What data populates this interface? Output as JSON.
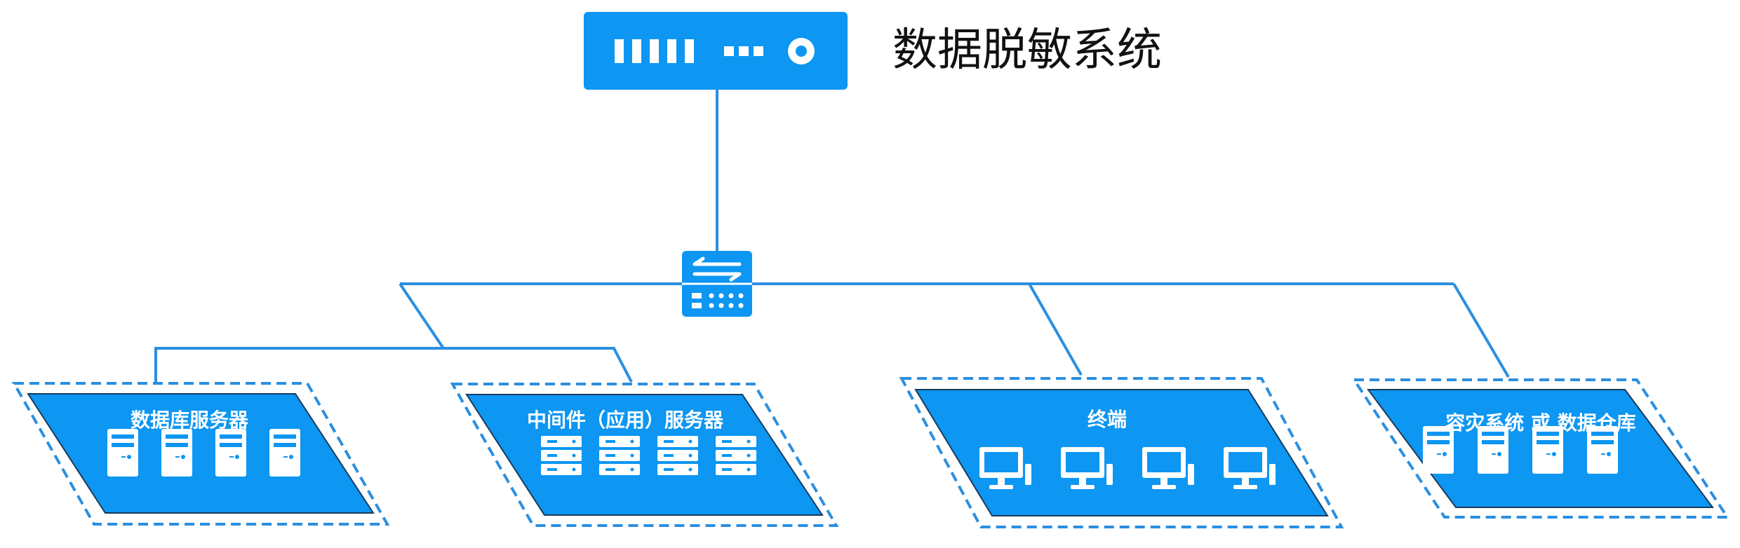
{
  "title": "数据脱敏系统",
  "colors": {
    "accent": "#0D96F2",
    "line": "#2B8FE0",
    "text": "#111111",
    "icon": "#ffffff"
  },
  "devices": {
    "appliance": "masking-appliance-icon",
    "switch": "network-switch-icon"
  },
  "zones": [
    {
      "label": "数据库服务器",
      "icon": "tower-server-icon",
      "count": 4
    },
    {
      "label": "中间件（应用）服务器",
      "icon": "rack-server-icon",
      "count": 4
    },
    {
      "label": "终端",
      "icon": "monitor-icon",
      "count": 4
    },
    {
      "label": "容灾系统 或 数据仓库",
      "icon": "tower-server-icon",
      "count": 4
    }
  ]
}
